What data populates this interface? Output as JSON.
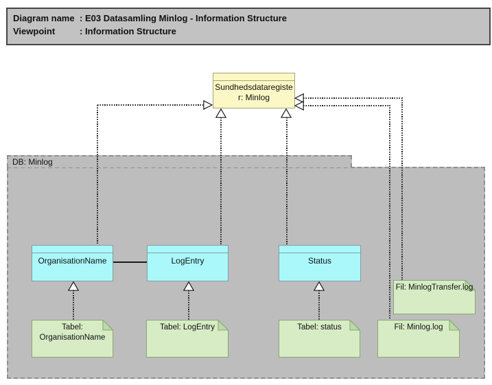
{
  "header": {
    "rows": [
      {
        "label": "Diagram name",
        "sep": ": ",
        "value": "E03 Datasamling Minlog - Information Structure"
      },
      {
        "label": "Viewpoint",
        "sep": ": ",
        "value": "Information Structure"
      }
    ]
  },
  "diagram": {
    "register": {
      "label": "Sundhedsdataregister: Minlog"
    },
    "group": {
      "label": "DB: Minlog"
    },
    "entities": [
      {
        "label": "OrganisationName"
      },
      {
        "label": "LogEntry"
      },
      {
        "label": "Status"
      }
    ],
    "artifacts": [
      {
        "label": "Tabel: OrganisationName"
      },
      {
        "label": "Tabel: LogEntry"
      },
      {
        "label": "Tabel: status"
      },
      {
        "label": "Fil: Minlog.log"
      },
      {
        "label": "Fil: MinlogTransfer.log"
      }
    ]
  },
  "colors": {
    "canvas": "#ffffff",
    "header-fill": "#c2c2c2",
    "header-border": "#454545",
    "group-fill": "#bdbdbd",
    "group-border": "#8f8f8f",
    "register-fill": "#fbf8c5",
    "register-border": "#a6a473",
    "entity-fill": "#aaf8fa",
    "entity-border": "#7d9fa4",
    "note-fill": "#d7ecc5",
    "note-fold": "#bcd9a6",
    "note-border": "#85a871",
    "line": "#1a1a1a",
    "text": "#101010"
  }
}
